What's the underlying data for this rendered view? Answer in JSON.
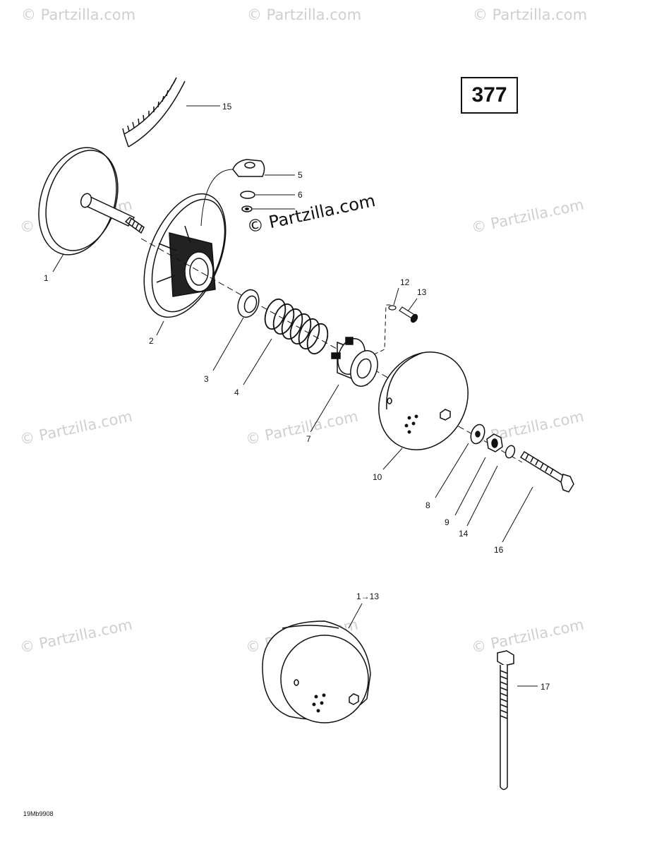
{
  "page_number": "377",
  "drawing_code": "19Mb9908",
  "watermark": "© Partzilla.com",
  "callouts": {
    "c1": "1",
    "c2": "2",
    "c3": "3",
    "c4": "4",
    "c5": "5",
    "c6": "6",
    "c7": "7",
    "c8": "8",
    "c9": "9",
    "c10": "10",
    "c12": "12",
    "c13": "13",
    "c14": "14",
    "c15": "15",
    "c16": "16",
    "c17": "17",
    "assembly": "1→13"
  }
}
